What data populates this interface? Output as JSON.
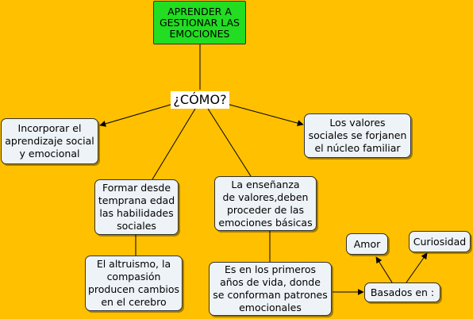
{
  "nodes": {
    "root": "APRENDER A\nGESTIONAR LAS\nEMOCIONES",
    "hub": "¿CÓMO?",
    "incorporar": "Incorporar el\naprendizaje social\ny emocional",
    "valores_sociales": "Los valores\nsociales se forjanen\nel núcleo familiar",
    "formar": "Formar desde\ntemprana edad\nlas habilidades\nsociales",
    "ensenanza": "La enseñanza\nde valores,deben\nproceder de las\nemociones básicas",
    "altruismo": "El altruismo, la\ncompasión\nproducen cambios\nen el cerebro",
    "primeros_anos": "Es en los primeros\naños de vida, donde\nse conforman patrones\nemocionales",
    "basados": "Basados en :",
    "amor": "Amor",
    "curiosidad": "Curiosidad"
  },
  "colors": {
    "background": "#FFC000",
    "root_fill": "#22DD22",
    "node_fill": "#EEF3F7",
    "hub_fill": "#FFFFFF",
    "line": "#000000"
  }
}
